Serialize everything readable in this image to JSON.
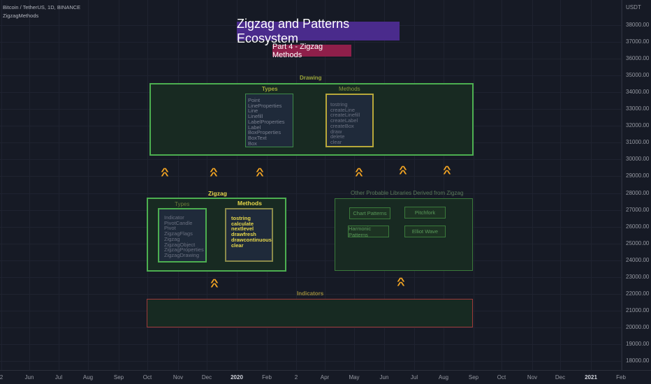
{
  "header": {
    "symbol": "Bitcoin / TetherUS, 1D, BINANCE",
    "indicator": "ZigzagMethods"
  },
  "price_axis": {
    "currency": "USDT",
    "labels": [
      "38000.00",
      "37000.00",
      "36000.00",
      "35000.00",
      "34000.00",
      "33000.00",
      "32000.00",
      "31000.00",
      "30000.00",
      "29000.00",
      "28000.00",
      "27000.00",
      "26000.00",
      "25000.00",
      "24000.00",
      "23000.00",
      "22000.00",
      "21000.00",
      "20000.00",
      "19000.00",
      "18000.00"
    ]
  },
  "time_axis": {
    "labels": [
      "2",
      "Jun",
      "Jul",
      "Aug",
      "Sep",
      "Oct",
      "Nov",
      "Dec",
      "2020",
      "Feb",
      "2",
      "Apr",
      "May",
      "Jun",
      "Jul",
      "Aug",
      "Sep",
      "Oct",
      "Nov",
      "Dec",
      "2021",
      "Feb"
    ],
    "bold": [
      "2020",
      "2021"
    ]
  },
  "title": "Zigzag and Patterns Ecosystem",
  "subtitle": "Part 4 - Zigzag Methods",
  "drawing": {
    "label": "Drawing",
    "types_label": "Types",
    "types": [
      "Point",
      "LineProperties",
      "Line",
      "Linefill",
      "LabelProperties",
      "Label",
      "BoxProperties",
      "BoxText",
      "Box"
    ],
    "methods_label": "Methods",
    "methods": [
      "tostring",
      "createLine",
      "createLinefill",
      "createLabel",
      "createBox",
      "draw",
      "delete",
      "clear"
    ]
  },
  "zigzag": {
    "label": "Zigzag",
    "types_label": "Types",
    "types": [
      "Indicator",
      "PivotCandle",
      "Pivot",
      "ZigzagFlags",
      "Zigzag",
      "ZigzagObject",
      "ZigzagProperties",
      "ZigzagDrawing"
    ],
    "methods_label": "Methods",
    "methods": [
      "tostring",
      "calculate",
      "nextlevel",
      "drawfresh",
      "drawcontinuous",
      "clear"
    ]
  },
  "other": {
    "label": "Other Probable Libraries Derived from Zigzag",
    "items": [
      "Chart Patterns",
      "Pitchfork",
      "Harmonic Patterns",
      "Elliot Wave"
    ]
  },
  "indicators": {
    "label": "Indicators"
  },
  "colors": {
    "bg": "#161a25",
    "green": "#4caf50",
    "yellow": "#c9b83a",
    "orange": "#f5a623",
    "title_bg": "#4a2b8c",
    "subtitle_bg": "#8f1f4a",
    "red": "#9e3a3a"
  }
}
